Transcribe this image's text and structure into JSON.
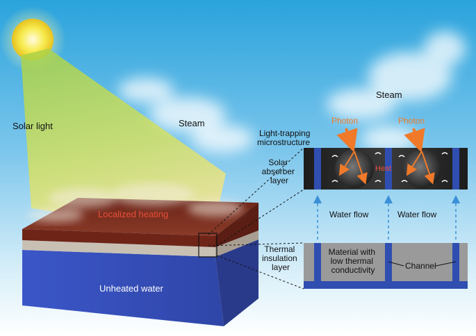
{
  "labels": {
    "solar_light": "Solar light",
    "steam_left": "Steam",
    "steam_right": "Steam",
    "localized_heating": "Localized heating",
    "unheated_water": "Unheated water",
    "photon_left": "Photon",
    "photon_right": "Photon",
    "heat": "Heat",
    "light_trapping": [
      "Light-trapping",
      "microstructure"
    ],
    "solar_absorber": [
      "Solar",
      "absorber",
      "layer"
    ],
    "water_flow_left": "Water flow",
    "water_flow_right": "Water flow",
    "thermal_insulation": [
      "Thermal",
      "insulation",
      "layer"
    ],
    "material": [
      "Material with",
      "low thermal",
      "conductivity"
    ],
    "channel": "Channel"
  },
  "colors": {
    "sky_top": "#2aa3dc",
    "sky_bottom": "#ffffff",
    "sun": "#f6e43c",
    "light_beam": "#e8e060",
    "absorber": "#7a2e22",
    "insulation": "#c9c0b4",
    "water": "#3b4fb8",
    "photon_arrow": "#f07a2a",
    "heat_text": "#e8503a",
    "localized_heating_text": "#e8503a",
    "flow_arrow": "#3a8fd6",
    "channel_blue": "#2f4eb0",
    "material_grey": "#9a9a9a"
  }
}
